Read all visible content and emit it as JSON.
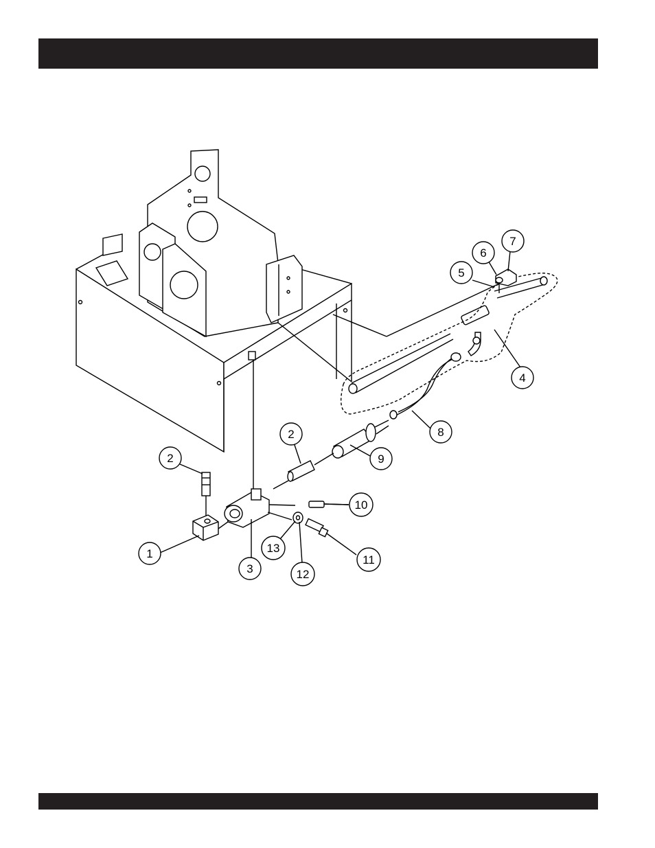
{
  "header_bar": {
    "color": "#231f20"
  },
  "footer_bar": {
    "color": "#231f20"
  },
  "callouts": [
    {
      "id": "c1",
      "label": "1"
    },
    {
      "id": "c2a",
      "label": "2"
    },
    {
      "id": "c2b",
      "label": "2"
    },
    {
      "id": "c3",
      "label": "3"
    },
    {
      "id": "c4",
      "label": "4"
    },
    {
      "id": "c5",
      "label": "5"
    },
    {
      "id": "c6",
      "label": "6"
    },
    {
      "id": "c7",
      "label": "7"
    },
    {
      "id": "c8",
      "label": "8"
    },
    {
      "id": "c9",
      "label": "9"
    },
    {
      "id": "c10",
      "label": "10"
    },
    {
      "id": "c11",
      "label": "11"
    },
    {
      "id": "c12",
      "label": "12"
    },
    {
      "id": "c13",
      "label": "13"
    }
  ]
}
